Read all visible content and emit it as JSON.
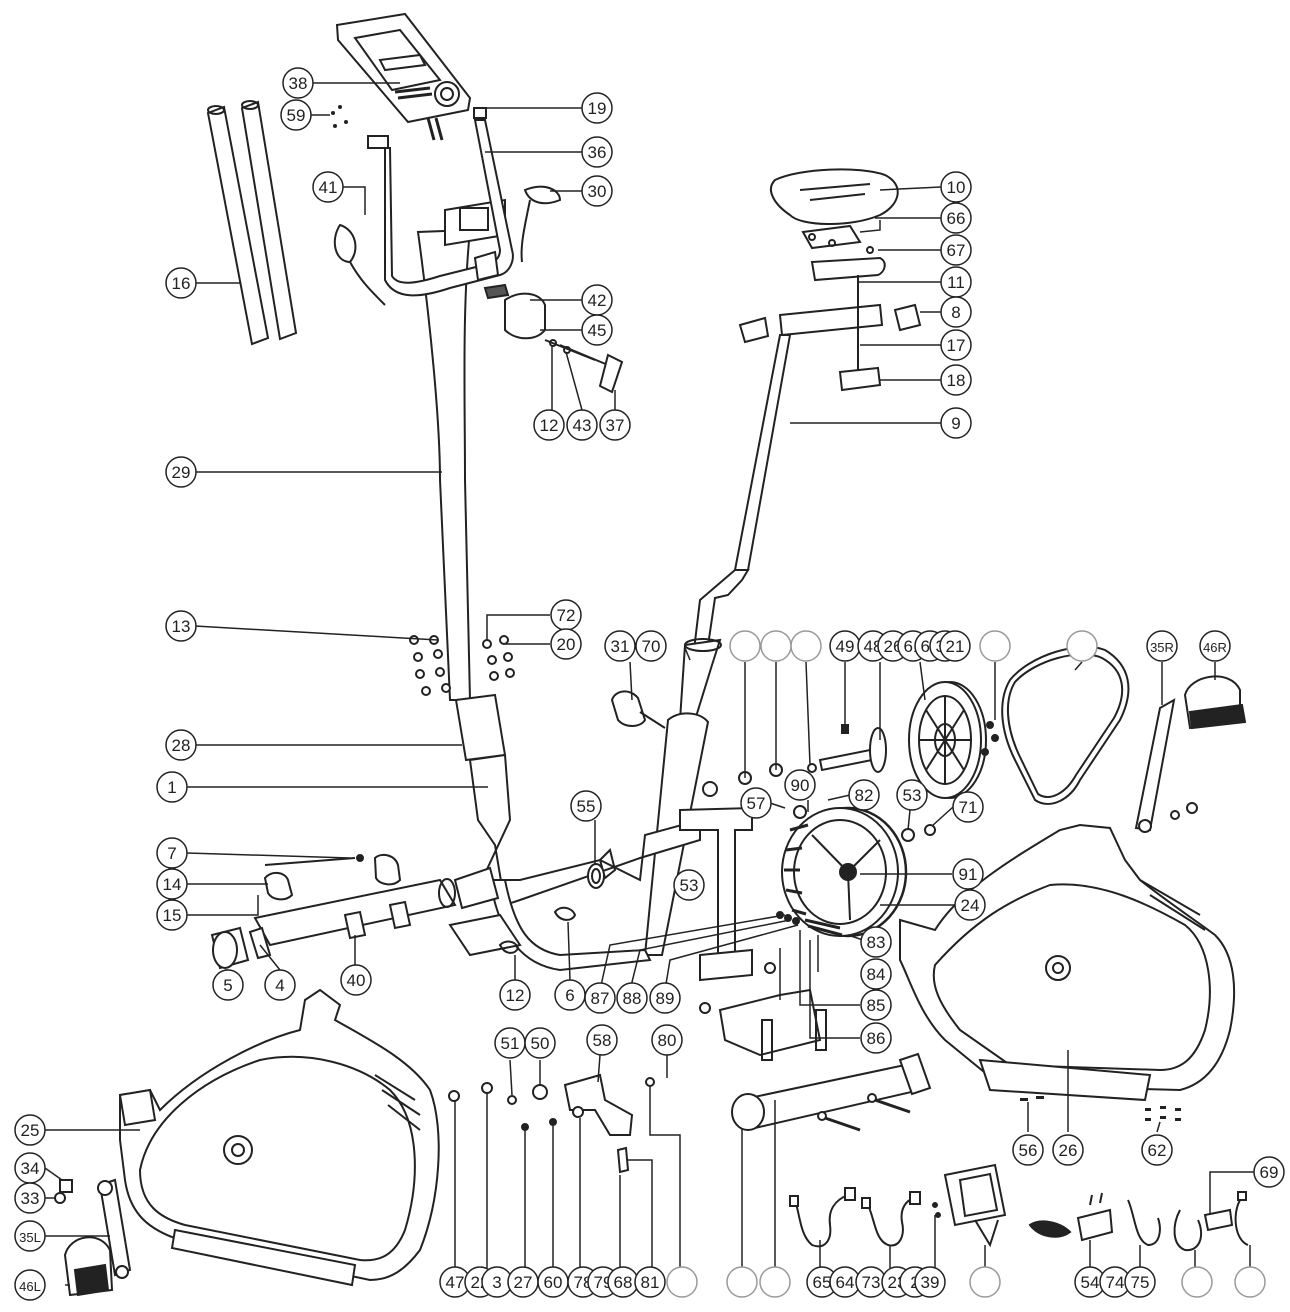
{
  "diagram": {
    "callouts": [
      {
        "id": "c-38",
        "label": "38"
      },
      {
        "id": "c-59",
        "label": "59"
      },
      {
        "id": "c-19",
        "label": "19"
      },
      {
        "id": "c-36",
        "label": "36"
      },
      {
        "id": "c-41",
        "label": "41"
      },
      {
        "id": "c-30",
        "label": "30"
      },
      {
        "id": "c-16",
        "label": "16"
      },
      {
        "id": "c-42",
        "label": "42"
      },
      {
        "id": "c-45",
        "label": "45"
      },
      {
        "id": "c-12a",
        "label": "12"
      },
      {
        "id": "c-43",
        "label": "43"
      },
      {
        "id": "c-37",
        "label": "37"
      },
      {
        "id": "c-10",
        "label": "10"
      },
      {
        "id": "c-66",
        "label": "66"
      },
      {
        "id": "c-67",
        "label": "67"
      },
      {
        "id": "c-11",
        "label": "11"
      },
      {
        "id": "c-8",
        "label": "8"
      },
      {
        "id": "c-17",
        "label": "17"
      },
      {
        "id": "c-18",
        "label": "18"
      },
      {
        "id": "c-9",
        "label": "9"
      },
      {
        "id": "c-29",
        "label": "29"
      },
      {
        "id": "c-13",
        "label": "13"
      },
      {
        "id": "c-72",
        "label": "72"
      },
      {
        "id": "c-20",
        "label": "20"
      },
      {
        "id": "c-31",
        "label": "31"
      },
      {
        "id": "c-70",
        "label": "70"
      },
      {
        "id": "c-blank1",
        "label": ""
      },
      {
        "id": "c-blank2",
        "label": ""
      },
      {
        "id": "c-blank3",
        "label": ""
      },
      {
        "id": "c-49",
        "label": "49"
      },
      {
        "id": "c-48",
        "label": "48"
      },
      {
        "id": "c-26b",
        "label": "26"
      },
      {
        "id": "c-61",
        "label": "61"
      },
      {
        "id": "c-63",
        "label": "63"
      },
      {
        "id": "c-32",
        "label": "32"
      },
      {
        "id": "c-21",
        "label": "21"
      },
      {
        "id": "c-blank4",
        "label": ""
      },
      {
        "id": "c-blank5",
        "label": ""
      },
      {
        "id": "c-35R",
        "label": "35R"
      },
      {
        "id": "c-46R",
        "label": "46R"
      },
      {
        "id": "c-28",
        "label": "28"
      },
      {
        "id": "c-1",
        "label": "1"
      },
      {
        "id": "c-90",
        "label": "90"
      },
      {
        "id": "c-57",
        "label": "57"
      },
      {
        "id": "c-82",
        "label": "82"
      },
      {
        "id": "c-53a",
        "label": "53"
      },
      {
        "id": "c-71",
        "label": "71"
      },
      {
        "id": "c-55",
        "label": "55"
      },
      {
        "id": "c-7",
        "label": "7"
      },
      {
        "id": "c-14",
        "label": "14"
      },
      {
        "id": "c-15",
        "label": "15"
      },
      {
        "id": "c-53b",
        "label": "53"
      },
      {
        "id": "c-91",
        "label": "91"
      },
      {
        "id": "c-24",
        "label": "24"
      },
      {
        "id": "c-83",
        "label": "83"
      },
      {
        "id": "c-84",
        "label": "84"
      },
      {
        "id": "c-5",
        "label": "5"
      },
      {
        "id": "c-4",
        "label": "4"
      },
      {
        "id": "c-40",
        "label": "40"
      },
      {
        "id": "c-12b",
        "label": "12"
      },
      {
        "id": "c-6",
        "label": "6"
      },
      {
        "id": "c-87",
        "label": "87"
      },
      {
        "id": "c-88",
        "label": "88"
      },
      {
        "id": "c-89",
        "label": "89"
      },
      {
        "id": "c-85",
        "label": "85"
      },
      {
        "id": "c-86",
        "label": "86"
      },
      {
        "id": "c-51",
        "label": "51"
      },
      {
        "id": "c-50",
        "label": "50"
      },
      {
        "id": "c-58",
        "label": "58"
      },
      {
        "id": "c-80",
        "label": "80"
      },
      {
        "id": "c-56",
        "label": "56"
      },
      {
        "id": "c-26",
        "label": "26"
      },
      {
        "id": "c-62",
        "label": "62"
      },
      {
        "id": "c-69",
        "label": "69"
      },
      {
        "id": "c-25",
        "label": "25"
      },
      {
        "id": "c-34",
        "label": "34"
      },
      {
        "id": "c-33",
        "label": "33"
      },
      {
        "id": "c-35L",
        "label": "35L"
      },
      {
        "id": "c-46L",
        "label": "46L"
      },
      {
        "id": "c-47",
        "label": "47"
      },
      {
        "id": "c-22",
        "label": "22"
      },
      {
        "id": "c-3",
        "label": "3"
      },
      {
        "id": "c-27",
        "label": "27"
      },
      {
        "id": "c-60",
        "label": "60"
      },
      {
        "id": "c-78",
        "label": "78"
      },
      {
        "id": "c-79",
        "label": "79"
      },
      {
        "id": "c-68",
        "label": "68"
      },
      {
        "id": "c-81",
        "label": "81"
      },
      {
        "id": "c-blank6",
        "label": ""
      },
      {
        "id": "c-blank7",
        "label": ""
      },
      {
        "id": "c-blank8",
        "label": ""
      },
      {
        "id": "c-65",
        "label": "65"
      },
      {
        "id": "c-64",
        "label": "64"
      },
      {
        "id": "c-73",
        "label": "73"
      },
      {
        "id": "c-23",
        "label": "23"
      },
      {
        "id": "c-2",
        "label": "2"
      },
      {
        "id": "c-39",
        "label": "39"
      },
      {
        "id": "c-blank9",
        "label": ""
      },
      {
        "id": "c-54",
        "label": "54"
      },
      {
        "id": "c-74",
        "label": "74"
      },
      {
        "id": "c-75",
        "label": "75"
      },
      {
        "id": "c-blank10",
        "label": ""
      },
      {
        "id": "c-blank11",
        "label": ""
      }
    ]
  }
}
